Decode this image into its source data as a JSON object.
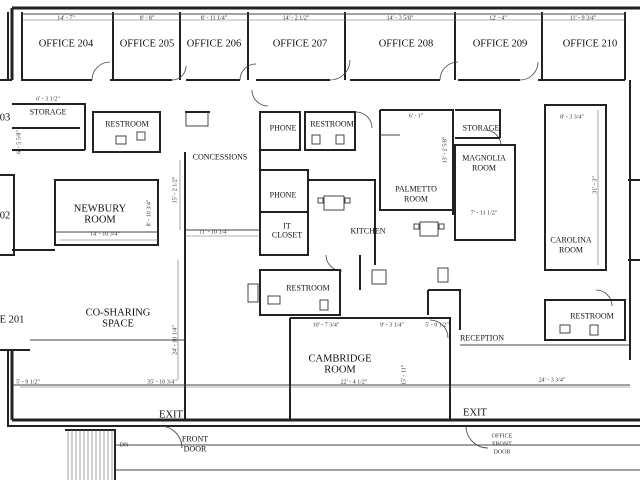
{
  "rooms": {
    "office_204": "OFFICE 204",
    "office_205": "OFFICE 205",
    "office_206": "OFFICE 206",
    "office_207": "OFFICE 207",
    "office_208": "OFFICE 208",
    "office_209": "OFFICE 209",
    "office_210": "OFFICE 210",
    "office_201": "E 201",
    "edge_03": "03",
    "edge_02": "02",
    "storage_left": "STORAGE",
    "storage_right": "STORAGE",
    "restroom_1": "RESTROOM",
    "restroom_2": "RESTROOM",
    "restroom_3": "RESTROOM",
    "restroom_4": "RESTROOM",
    "phone_1": "PHONE",
    "phone_2": "PHONE",
    "concessions": "CONCESSIONS",
    "newbury_1": "NEWBURY",
    "newbury_2": "ROOM",
    "palmetto_1": "PALMETTO",
    "palmetto_2": "ROOM",
    "magnolia_1": "MAGNOLIA",
    "magnolia_2": "ROOM",
    "carolina_1": "CAROLINA",
    "carolina_2": "ROOM",
    "it_closet_1": "IT",
    "it_closet_2": "CLOSET",
    "kitchen": "KITCHEN",
    "cosharing_1": "CO-SHARING",
    "cosharing_2": "SPACE",
    "cambridge_1": "CAMBRIDGE",
    "cambridge_2": "ROOM",
    "reception": "RECEPTION",
    "exit_1": "EXIT",
    "exit_2": "EXIT",
    "front_door_1": "FRONT",
    "front_door_2": "DOOR",
    "office_front_1": "OFFICE",
    "office_front_2": "FRONT",
    "office_front_3": "DOOR",
    "dn": "DN"
  },
  "dimensions": {
    "d204": "14' - 7\"",
    "d205": "8' - 8\"",
    "d206": "8' - 11 1/4\"",
    "d207": "14' - 2 1/2\"",
    "d208": "14' - 3 5/8\"",
    "d209": "12' - 4\"",
    "d210": "11' - 9 3/4\"",
    "d_storage": "6' - 3 1/2\"",
    "d_storage_v": "6' - 5 5/8\"",
    "d_palmetto": "6' - 1\"",
    "d_magnolia_v": "13' - 2 5/8\"",
    "d_newbury_w": "14' - 10 3/4\"",
    "d_newbury_h": "8' - 10 3/4\"",
    "d_conc_v": "15' - 2 1/2\"",
    "d_conc_h": "11' - 10 1/4\"",
    "d_carolina_w": "8' - 3 3/4\"",
    "d_carolina_h": "31' - 3\"",
    "d_cosharing_v": "24' - 10 1/4\"",
    "d_bottom_left": "5' - 9 1/2\"",
    "d_bottom_mid": "35' - 10 3/4\"",
    "d_cambridge_w": "22' - 4 1/2\"",
    "d_cambridge_h": "15' - 11\"",
    "d_reception_w": "24' - 3 3/4\"",
    "d_rest_w": "10' - 7 3/4\"",
    "d_rest_w2": "9' - 3 1/4\"",
    "d_rest_w3": "5' - 0 1/2\"",
    "d_magnolia_w": "7' - 11 1/2\""
  }
}
